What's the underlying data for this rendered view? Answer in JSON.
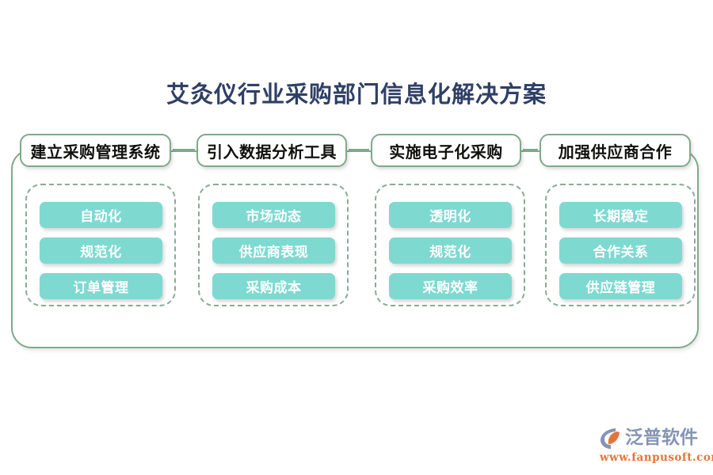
{
  "title": "艾灸仪行业采购部门信息化解决方案",
  "colors": {
    "title": "#2f3f66",
    "frame_border": "#7fa98a",
    "dashed_border": "#89ac92",
    "item_fill": "#7ed9d1",
    "item_text": "#ffffff",
    "logo_text": "#8494b4",
    "logo_url": "#e2763a",
    "background": "#ffffff"
  },
  "columns": [
    {
      "header": "建立采购管理系统",
      "items": [
        "自动化",
        "规范化",
        "订单管理"
      ]
    },
    {
      "header": "引入数据分析工具",
      "items": [
        "市场动态",
        "供应商表现",
        "采购成本"
      ]
    },
    {
      "header": "实施电子化采购",
      "items": [
        "透明化",
        "规范化",
        "采购效率"
      ]
    },
    {
      "header": "加强供应商合作",
      "items": [
        "长期稳定",
        "合作关系",
        "供应链管理"
      ]
    }
  ],
  "logo": {
    "name": "泛普软件",
    "url": "www.fanpusoft.com"
  }
}
